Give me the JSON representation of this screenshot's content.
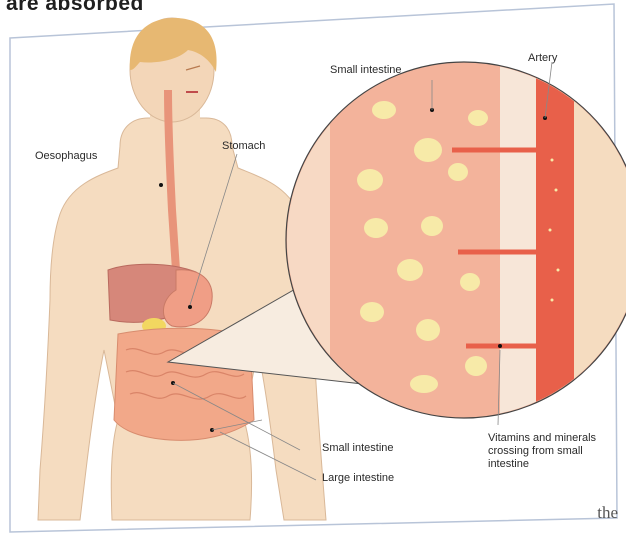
{
  "title": "are absorbed",
  "labels": {
    "oesophagus": "Oesophagus",
    "stomach": "Stomach",
    "small_intestine_top": "Small intestine",
    "artery": "Artery",
    "small_intestine_bottom": "Small intestine",
    "large_intestine": "Large intestine",
    "vitamins_caption": "Vitamins and minerals crossing from small intestine"
  },
  "footer_word": "the",
  "colors": {
    "skin": "#f5dcc0",
    "hair": "#e7b872",
    "intestine": "#f2a889",
    "artery": "#e8604a",
    "villi": "#f7eaa8"
  }
}
